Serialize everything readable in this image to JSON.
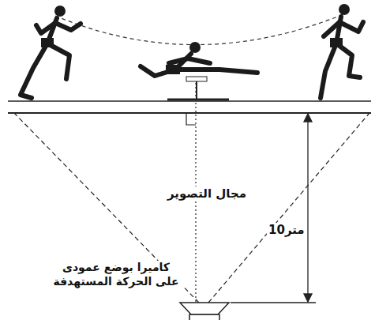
{
  "diagram": {
    "labels": [
      "مجال التصوير",
      "10متر",
      "كاميرا بوضع عمودى على الحركة المستهدفة"
    ]
  }
}
